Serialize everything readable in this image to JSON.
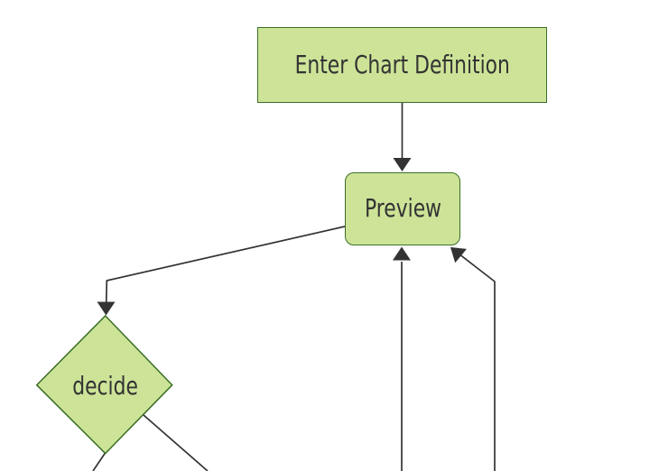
{
  "diagram": {
    "type": "flowchart",
    "background_color": "#ffffff",
    "theme": {
      "node_fill": "#cde498",
      "node_border": "#3a6e24",
      "edge_color": "#333333",
      "text_color": "#333333"
    },
    "nodes": [
      {
        "id": "enter-chart-definition",
        "label": "Enter Chart Definition",
        "shape": "rectangle"
      },
      {
        "id": "preview",
        "label": "Preview",
        "shape": "rounded-rectangle"
      },
      {
        "id": "decide",
        "label": "decide",
        "shape": "diamond"
      }
    ],
    "edges": [
      {
        "from": "enter-chart-definition",
        "to": "preview",
        "arrow": "filled-triangle"
      },
      {
        "from": "preview",
        "to": "decide",
        "arrow": "filled-triangle"
      },
      {
        "from": "offscreen-bottom-center",
        "to": "preview",
        "arrow": "filled-triangle"
      },
      {
        "from": "offscreen-bottom-right",
        "to": "preview",
        "arrow": "filled-triangle"
      },
      {
        "from": "decide",
        "to": "offscreen-bottom-left",
        "arrow": "none-visible"
      },
      {
        "from": "decide",
        "to": "offscreen-bottom-right",
        "arrow": "none-visible"
      }
    ]
  }
}
